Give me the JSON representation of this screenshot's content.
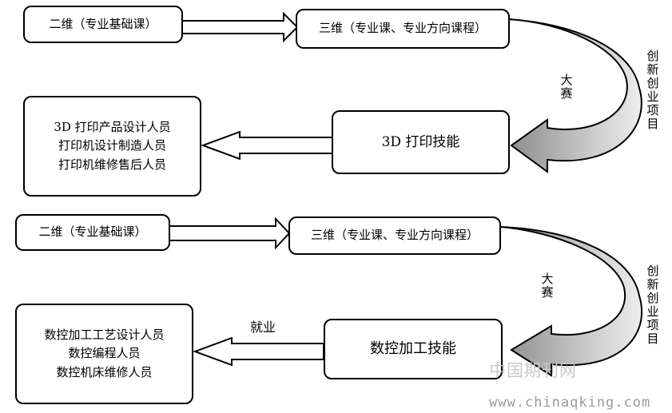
{
  "top": {
    "two_d": "二维（专业基础课）",
    "three_d": "三维（专业课、专业方向课程）",
    "skill": "3D 打印技能",
    "jobs": [
      "3D 打印产品设计人员",
      "打印机设计制造人员",
      "打印机维修售后人员"
    ],
    "competition": "大赛",
    "innovation": "创新创业项目"
  },
  "bottom": {
    "two_d": "二维（专业基础课）",
    "three_d": "三维（专业课、专业方向课程）",
    "skill": "数控加工技能",
    "jobs": [
      "数控加工工艺设计人员",
      "数控编程人员",
      "数控机床维修人员"
    ],
    "competition": "大赛",
    "innovation": "创新创业项目",
    "employment": "就业"
  },
  "watermark": {
    "cn": "中国期刊网",
    "url": "www.chinaqking.com"
  }
}
